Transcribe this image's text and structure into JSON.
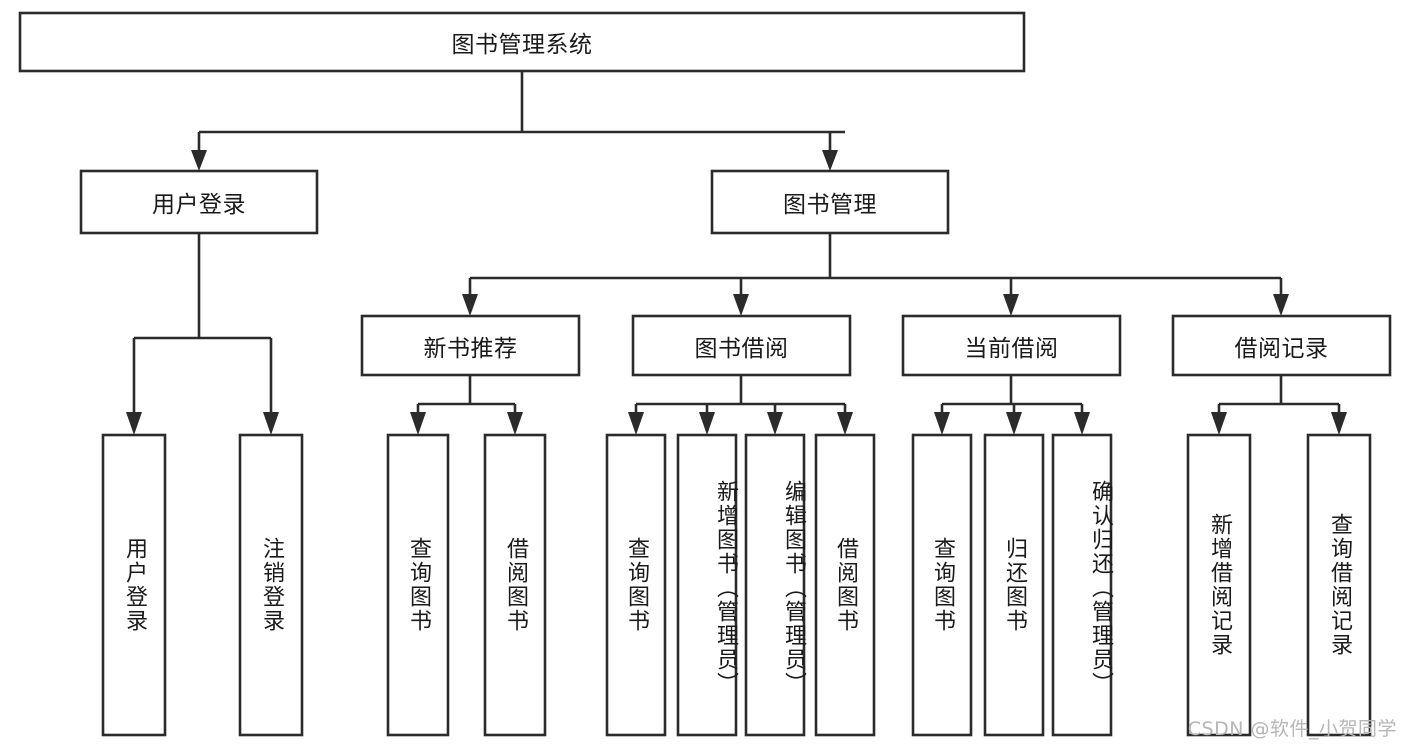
{
  "diagram": {
    "title": "图书管理系统",
    "watermark": "CSDN @软件_小贺同学",
    "colors": {
      "stroke": "#2b2b2b",
      "fill": "#ffffff",
      "text": "#1a1a1a",
      "watermark": "#b6b6b6"
    },
    "root": {
      "label": "图书管理系统",
      "orientation": "horizontal"
    },
    "level2": [
      {
        "label": "用户登录",
        "orientation": "horizontal"
      },
      {
        "label": "图书管理",
        "orientation": "horizontal"
      }
    ],
    "level3": [
      {
        "label": "新书推荐",
        "orientation": "horizontal"
      },
      {
        "label": "图书借阅",
        "orientation": "horizontal"
      },
      {
        "label": "当前借阅",
        "orientation": "horizontal"
      },
      {
        "label": "借阅记录",
        "orientation": "horizontal"
      }
    ],
    "leaves": {
      "user_login": [
        {
          "label": "用户登录",
          "orientation": "vertical"
        },
        {
          "label": "注销登录",
          "orientation": "vertical"
        }
      ],
      "new_book_recommend": [
        {
          "label": "查询图书",
          "orientation": "vertical"
        },
        {
          "label": "借阅图书",
          "orientation": "vertical"
        }
      ],
      "book_borrow": [
        {
          "label": "查询图书",
          "orientation": "vertical"
        },
        {
          "label": "新增图书（管理员）",
          "orientation": "vertical"
        },
        {
          "label": "编辑图书（管理员）",
          "orientation": "vertical"
        },
        {
          "label": "借阅图书",
          "orientation": "vertical"
        }
      ],
      "current_borrow": [
        {
          "label": "查询图书",
          "orientation": "vertical"
        },
        {
          "label": "归还图书",
          "orientation": "vertical"
        },
        {
          "label": "确认归还（管理员）",
          "orientation": "vertical"
        }
      ],
      "borrow_record": [
        {
          "label": "新增借阅记录",
          "orientation": "vertical"
        },
        {
          "label": "查询借阅记录",
          "orientation": "vertical"
        }
      ]
    }
  }
}
